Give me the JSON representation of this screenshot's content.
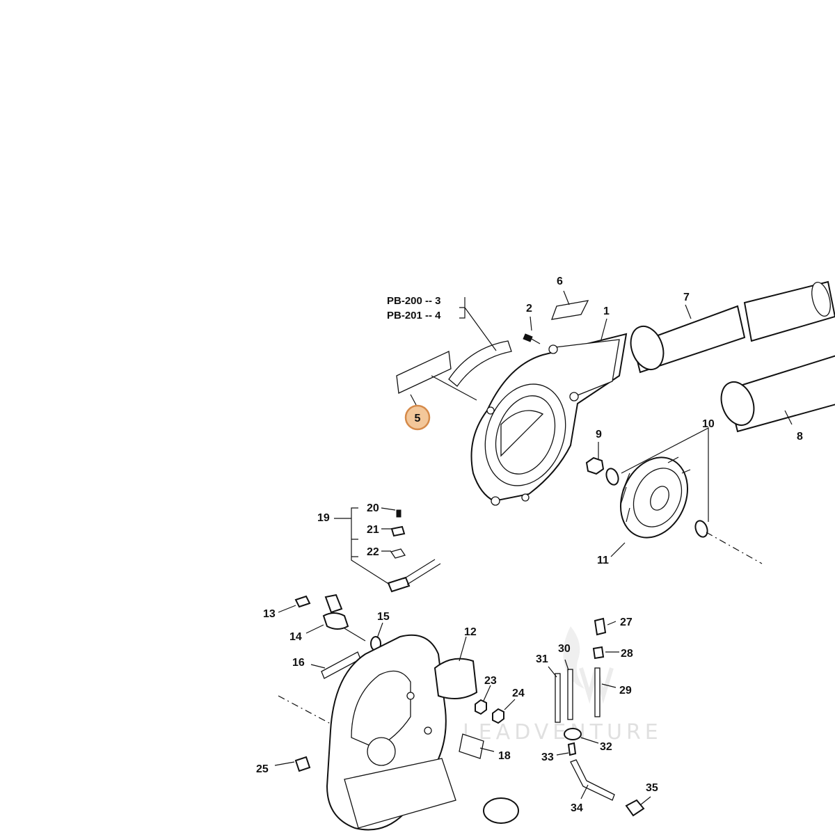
{
  "callouts": {
    "c1": "1",
    "c2": "2",
    "c5": "5",
    "c6": "6",
    "c7": "7",
    "c8": "8",
    "c9": "9",
    "c10": "10",
    "c11": "11",
    "c12": "12",
    "c13": "13",
    "c14": "14",
    "c15": "15",
    "c16": "16",
    "c18": "18",
    "c19": "19",
    "c20": "20",
    "c21": "21",
    "c22": "22",
    "c23": "23",
    "c24": "24",
    "c25": "25",
    "c27": "27",
    "c28": "28",
    "c29": "29",
    "c30": "30",
    "c31": "31",
    "c32": "32",
    "c33": "33",
    "c34": "34",
    "c35": "35"
  },
  "model_refs": {
    "line1": "PB-200 -- 3",
    "line2": "PB-201 -- 4"
  },
  "highlight": {
    "label": "5",
    "color": "#f3c79a"
  },
  "watermark": "LEADVENTURE"
}
